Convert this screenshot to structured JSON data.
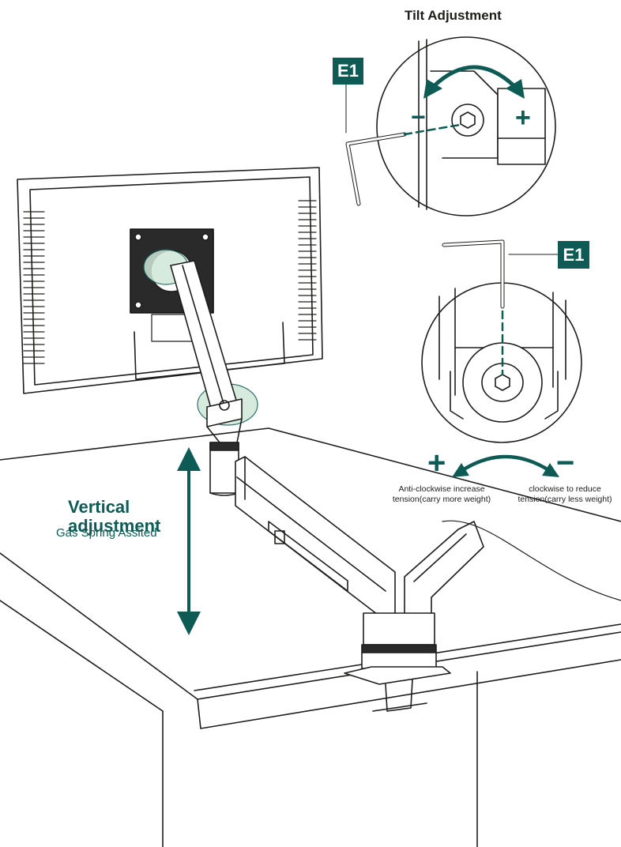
{
  "tilt": {
    "title": "Tilt Adjustment",
    "minus": "−",
    "plus": "+"
  },
  "tool_label_top": "E1",
  "tool_label_middle": "E1",
  "tension": {
    "plus": "+",
    "minus": "−",
    "increase_line1": "Anti-clockwise increase",
    "increase_line2": "tension(carry more weight)",
    "reduce_line1": "clockwise to reduce",
    "reduce_line2": "tension(carry less weight)"
  },
  "vertical": {
    "title_line1": "Vertical",
    "title_line2": "adjustment",
    "subtitle": "Gas Spring Assited"
  },
  "colors": {
    "accent": "#0e5a54",
    "highlight": "#cfe8d8",
    "line": "#1d1d1b"
  }
}
